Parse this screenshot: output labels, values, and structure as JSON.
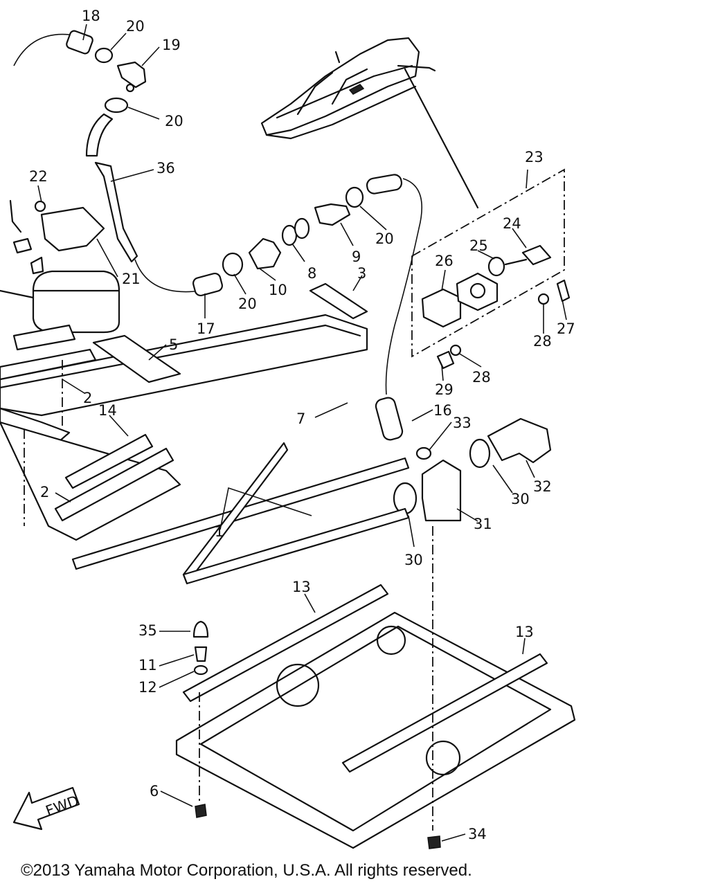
{
  "copyright": "©2013 Yamaha Motor Corporation, U.S.A. All rights reserved.",
  "direction_label": "FWD",
  "callouts": [
    {
      "id": "c18",
      "text": "18"
    },
    {
      "id": "c20a",
      "text": "20"
    },
    {
      "id": "c19",
      "text": "19"
    },
    {
      "id": "c20b",
      "text": "20"
    },
    {
      "id": "c36",
      "text": "36"
    },
    {
      "id": "c22",
      "text": "22"
    },
    {
      "id": "c21",
      "text": "21"
    },
    {
      "id": "c17",
      "text": "17"
    },
    {
      "id": "c20c",
      "text": "20"
    },
    {
      "id": "c10",
      "text": "10"
    },
    {
      "id": "c8",
      "text": "8"
    },
    {
      "id": "c9",
      "text": "9"
    },
    {
      "id": "c20d",
      "text": "20"
    },
    {
      "id": "c3",
      "text": "3"
    },
    {
      "id": "c23",
      "text": "23"
    },
    {
      "id": "c24",
      "text": "24"
    },
    {
      "id": "c25",
      "text": "25"
    },
    {
      "id": "c26",
      "text": "26"
    },
    {
      "id": "c27",
      "text": "27"
    },
    {
      "id": "c28a",
      "text": "28"
    },
    {
      "id": "c28b",
      "text": "28"
    },
    {
      "id": "c29",
      "text": "29"
    },
    {
      "id": "c5",
      "text": "5"
    },
    {
      "id": "c2a",
      "text": "2"
    },
    {
      "id": "c14",
      "text": "14"
    },
    {
      "id": "c7",
      "text": "7"
    },
    {
      "id": "c16",
      "text": "16"
    },
    {
      "id": "c33",
      "text": "33"
    },
    {
      "id": "c32",
      "text": "32"
    },
    {
      "id": "c30a",
      "text": "30"
    },
    {
      "id": "c31",
      "text": "31"
    },
    {
      "id": "c30b",
      "text": "30"
    },
    {
      "id": "c2b",
      "text": "2"
    },
    {
      "id": "c1",
      "text": "1"
    },
    {
      "id": "c13a",
      "text": "13"
    },
    {
      "id": "c35",
      "text": "35"
    },
    {
      "id": "c11",
      "text": "11"
    },
    {
      "id": "c12",
      "text": "12"
    },
    {
      "id": "c13b",
      "text": "13"
    },
    {
      "id": "c6",
      "text": "6"
    },
    {
      "id": "c34",
      "text": "34"
    }
  ]
}
